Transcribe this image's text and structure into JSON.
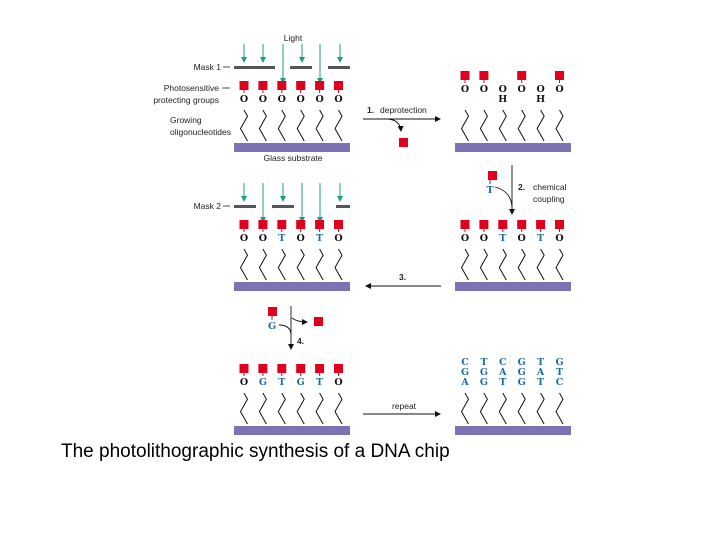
{
  "colors": {
    "substrate": "#7b73b3",
    "protecting_group": "#e0001b",
    "light_arrow": "#1f9d82",
    "mask": "#555555",
    "base_letter": "#1b6aa5",
    "oxygen": "#111111",
    "chain": "#111111"
  },
  "labels": {
    "light": "Light",
    "mask1": "Mask 1",
    "mask2": "Mask 2",
    "photosensitive_line1": "Photosensitive",
    "photosensitive_line2": "protecting groups",
    "growing_line1": "Growing",
    "growing_line2": "oligonucleotides",
    "glass_substrate": "Glass substrate"
  },
  "steps": {
    "step1_num": "1.",
    "step1_text": "deprotection",
    "step2_num": "2.",
    "step2_text_line1": "chemical",
    "step2_text_line2": "coupling",
    "step3_num": "3.",
    "step4_num": "4.",
    "repeat": "repeat",
    "nucleotide_T": "T",
    "nucleotide_G": "G"
  },
  "panels": {
    "panel1": {
      "caps": [
        true,
        true,
        true,
        true,
        true,
        true
      ],
      "rows": [
        [
          "O",
          "O",
          "O",
          "O",
          "O",
          "O"
        ]
      ]
    },
    "panel2": {
      "caps": [
        true,
        true,
        false,
        true,
        false,
        true
      ],
      "rows": [
        [
          "O",
          "O",
          "O",
          "O",
          "O",
          "O"
        ],
        [
          "",
          "",
          "H",
          "",
          "H",
          ""
        ]
      ]
    },
    "panel3": {
      "caps": [
        true,
        true,
        true,
        true,
        true,
        true
      ],
      "rows": [
        [
          "O",
          "O",
          "T",
          "O",
          "T",
          "O"
        ]
      ]
    },
    "panel4": {
      "caps": [
        true,
        true,
        true,
        true,
        true,
        true
      ],
      "rows": [
        [
          "O",
          "O",
          "T",
          "O",
          "T",
          "O"
        ]
      ]
    },
    "panel5": {
      "caps": [
        true,
        true,
        true,
        true,
        true,
        true
      ],
      "rows": [
        [
          "O",
          "G",
          "T",
          "G",
          "T",
          "O"
        ]
      ]
    },
    "panel6": {
      "caps": [
        false,
        false,
        false,
        false,
        false,
        false
      ],
      "rows": [
        [
          "C",
          "T",
          "C",
          "G",
          "T",
          "G"
        ],
        [
          "G",
          "G",
          "A",
          "G",
          "A",
          "T"
        ],
        [
          "A",
          "G",
          "T",
          "G",
          "T",
          "C"
        ]
      ]
    }
  },
  "caption": "The photolithographic synthesis of a DNA chip"
}
